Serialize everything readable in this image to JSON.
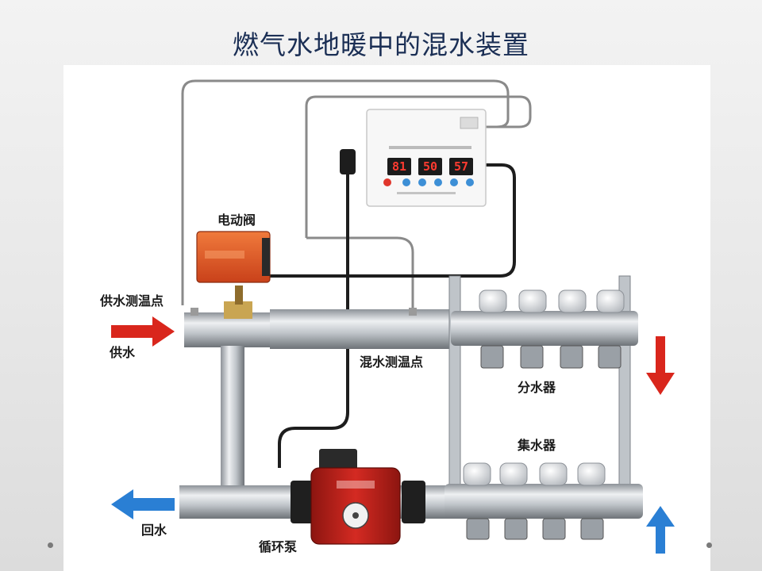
{
  "slide": {
    "title": "燃气水地暖中的混水装置"
  },
  "labels": {
    "electric_valve": "电动阀",
    "supply_temp_point": "供水测温点",
    "supply_water": "供水",
    "mixed_temp_point": "混水测温点",
    "distributor": "分水器",
    "collector": "集水器",
    "return_water": "回水",
    "circulation_pump": "循环泵"
  },
  "controller": {
    "display_values": [
      "81",
      "50",
      "57"
    ]
  },
  "colors": {
    "title": "#1b2f55",
    "arrow_red": "#d9261c",
    "arrow_blue": "#2a7fd4",
    "valve_orange": "#e2531e",
    "pump_red": "#c2231d",
    "pipe_steel": "#c9cdd2"
  }
}
